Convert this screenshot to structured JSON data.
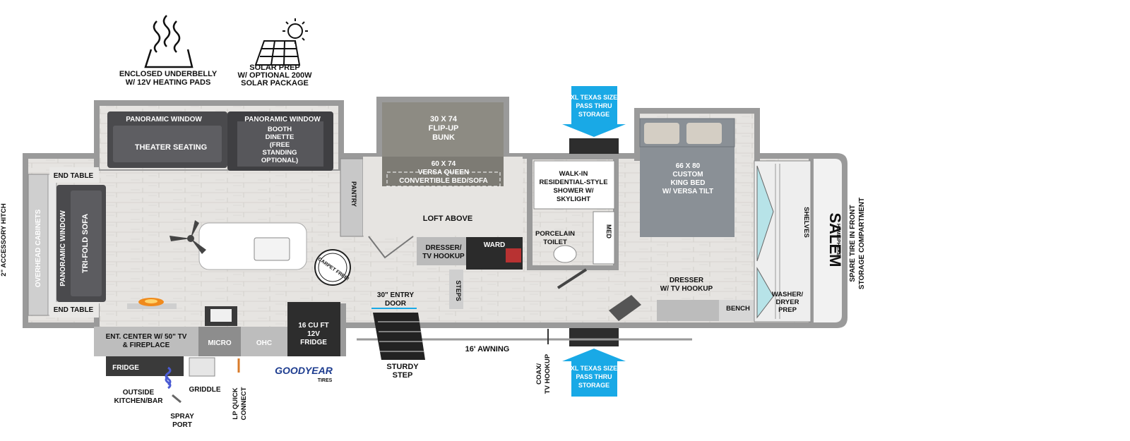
{
  "features": {
    "underbelly": [
      "ENCLOSED UNDERBELLY",
      "W/ 12V HEATING PADS"
    ],
    "solar": [
      "SOLAR PREP",
      "W/ OPTIONAL 200W",
      "SOLAR PACKAGE"
    ]
  },
  "exterior": {
    "hitch": "2\" ACCESSORY HITCH",
    "spare_tire": [
      "SPARE TIRE IN FRONT",
      "STORAGE COMPARTMENT"
    ],
    "storage_top": [
      "XL TEXAS SIZE",
      "PASS THRU",
      "STORAGE"
    ],
    "storage_bottom": [
      "XL TEXAS SIZE",
      "PASS THRU",
      "STORAGE"
    ],
    "awning": "16' AWNING",
    "sturdy_step": [
      "STURDY",
      "STEP"
    ],
    "coax": [
      "COAX/",
      "TV HOOKUP"
    ],
    "lp_connect": [
      "LP QUICK",
      "CONNECT"
    ],
    "outside_kitchen": [
      "OUTSIDE",
      "KITCHEN/BAR"
    ],
    "outside_fridge": "FRIDGE",
    "griddle": "GRIDDLE",
    "spray_port": [
      "SPRAY",
      "PORT"
    ],
    "tires_brand": "GOODYEAR",
    "tires_word": "TIRES"
  },
  "rooms": {
    "panoramic_window_1": "PANORAMIC WINDOW",
    "panoramic_window_2": "PANORAMIC WINDOW",
    "panoramic_window_rear": "PANORAMIC WINDOW",
    "theater_seating": "THEATER SEATING",
    "dinette": [
      "BOOTH",
      "DINETTE",
      "(FREE",
      "STANDING",
      "OPTIONAL)"
    ],
    "end_table_top": "END TABLE",
    "end_table_bottom": "END TABLE",
    "overhead_cabinets": "OVERHEAD CABINETS",
    "sofa": "TRI-FOLD SOFA",
    "ent_center": [
      "ENT. CENTER W/ 50\" TV",
      "& FIREPLACE"
    ],
    "micro": "MICRO",
    "ohc": "OHC",
    "fridge": [
      "16 CU FT",
      "12V",
      "FRIDGE"
    ],
    "pantry": "PANTRY",
    "bunk": [
      "30 X 74",
      "FLIP-UP",
      "BUNK"
    ],
    "versa_bed": [
      "60 X 74",
      "VERSA QUEEN",
      "CONVERTIBLE BED/SOFA"
    ],
    "loft": "LOFT ABOVE",
    "carpet_free": "CARPET FREE!",
    "dresser_hookup": [
      "DRESSER/",
      "TV HOOKUP"
    ],
    "ward": "WARD",
    "entry_door": [
      "30\" ENTRY",
      "DOOR"
    ],
    "steps": "STEPS",
    "shower": [
      "WALK-IN",
      "RESIDENTIAL-STYLE",
      "SHOWER W/",
      "SKYLIGHT"
    ],
    "toilet": [
      "PORCELAIN",
      "TOILET"
    ],
    "med": "MED",
    "king_bed": [
      "66 X 80",
      "CUSTOM",
      "KING BED",
      "W/ VERSA TILT"
    ],
    "dresser_bedroom": [
      "DRESSER",
      "W/ TV HOOKUP"
    ],
    "bench": "BENCH",
    "washer": [
      "WASHER/",
      "DRYER",
      "PREP"
    ],
    "shelves": "SHELVES"
  },
  "brand": {
    "name": "SALEM",
    "sub": "HEMISPHERE"
  },
  "colors": {
    "wall": "#8e8e8e",
    "floor": "#e4e2df",
    "sofa": "#4a4a4d",
    "bunk": "#8d8b83",
    "bed": "#8a9096",
    "accent_blue": "#19a9e6",
    "fridge": "#2d2d2d"
  }
}
